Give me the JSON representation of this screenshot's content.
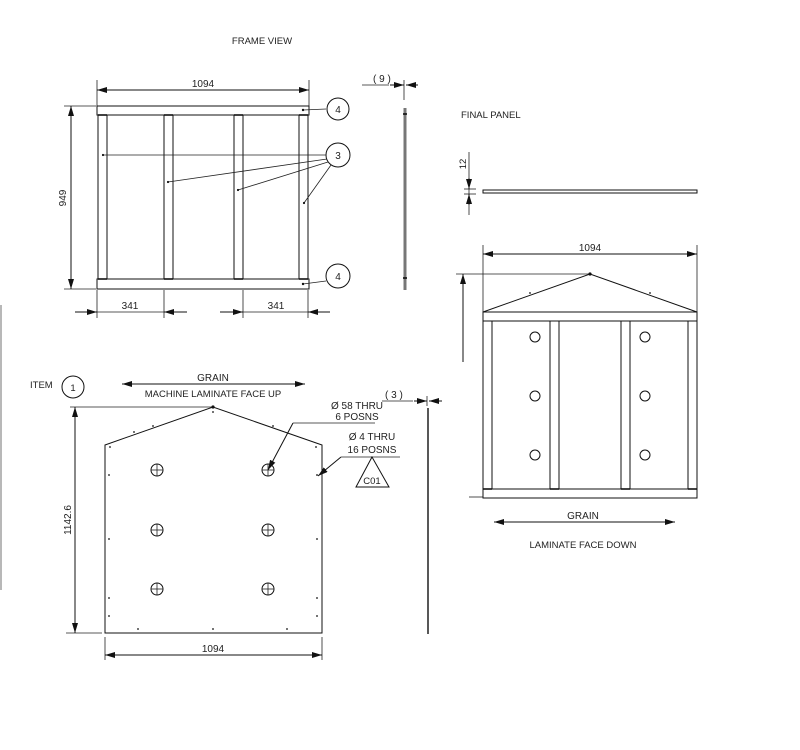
{
  "frame_view": {
    "title": "FRAME VIEW",
    "width_dim": "1094",
    "height_dim": "949",
    "left_offset_dim": "341",
    "right_offset_dim": "341",
    "balloon_top": "4",
    "balloon_middle": "3",
    "balloon_bottom": "4"
  },
  "side_view_frame": {
    "thickness_dim": "( 9 )"
  },
  "final_panel": {
    "title": "FINAL PANEL",
    "thickness_dim": "12",
    "width_dim": "1094",
    "grain_label": "GRAIN",
    "face_label": "LAMINATE FACE DOWN"
  },
  "item_panel": {
    "item_label": "ITEM",
    "item_number": "1",
    "grain_label": "GRAIN",
    "face_label": "MACHINE LAMINATE FACE UP",
    "large_hole_note_line1": "Ø 58 THRU",
    "large_hole_note_line2": "6 POSNS",
    "small_hole_note_line1": "Ø 4 THRU",
    "small_hole_note_line2": "16 POSNS",
    "flag_label": "C01",
    "height_dim": "1142.6",
    "width_dim": "1094"
  },
  "side_view_panel": {
    "thickness_dim": "( 3 )"
  },
  "colors": {
    "line": "#111111",
    "text": "#222222",
    "background": "#ffffff"
  }
}
